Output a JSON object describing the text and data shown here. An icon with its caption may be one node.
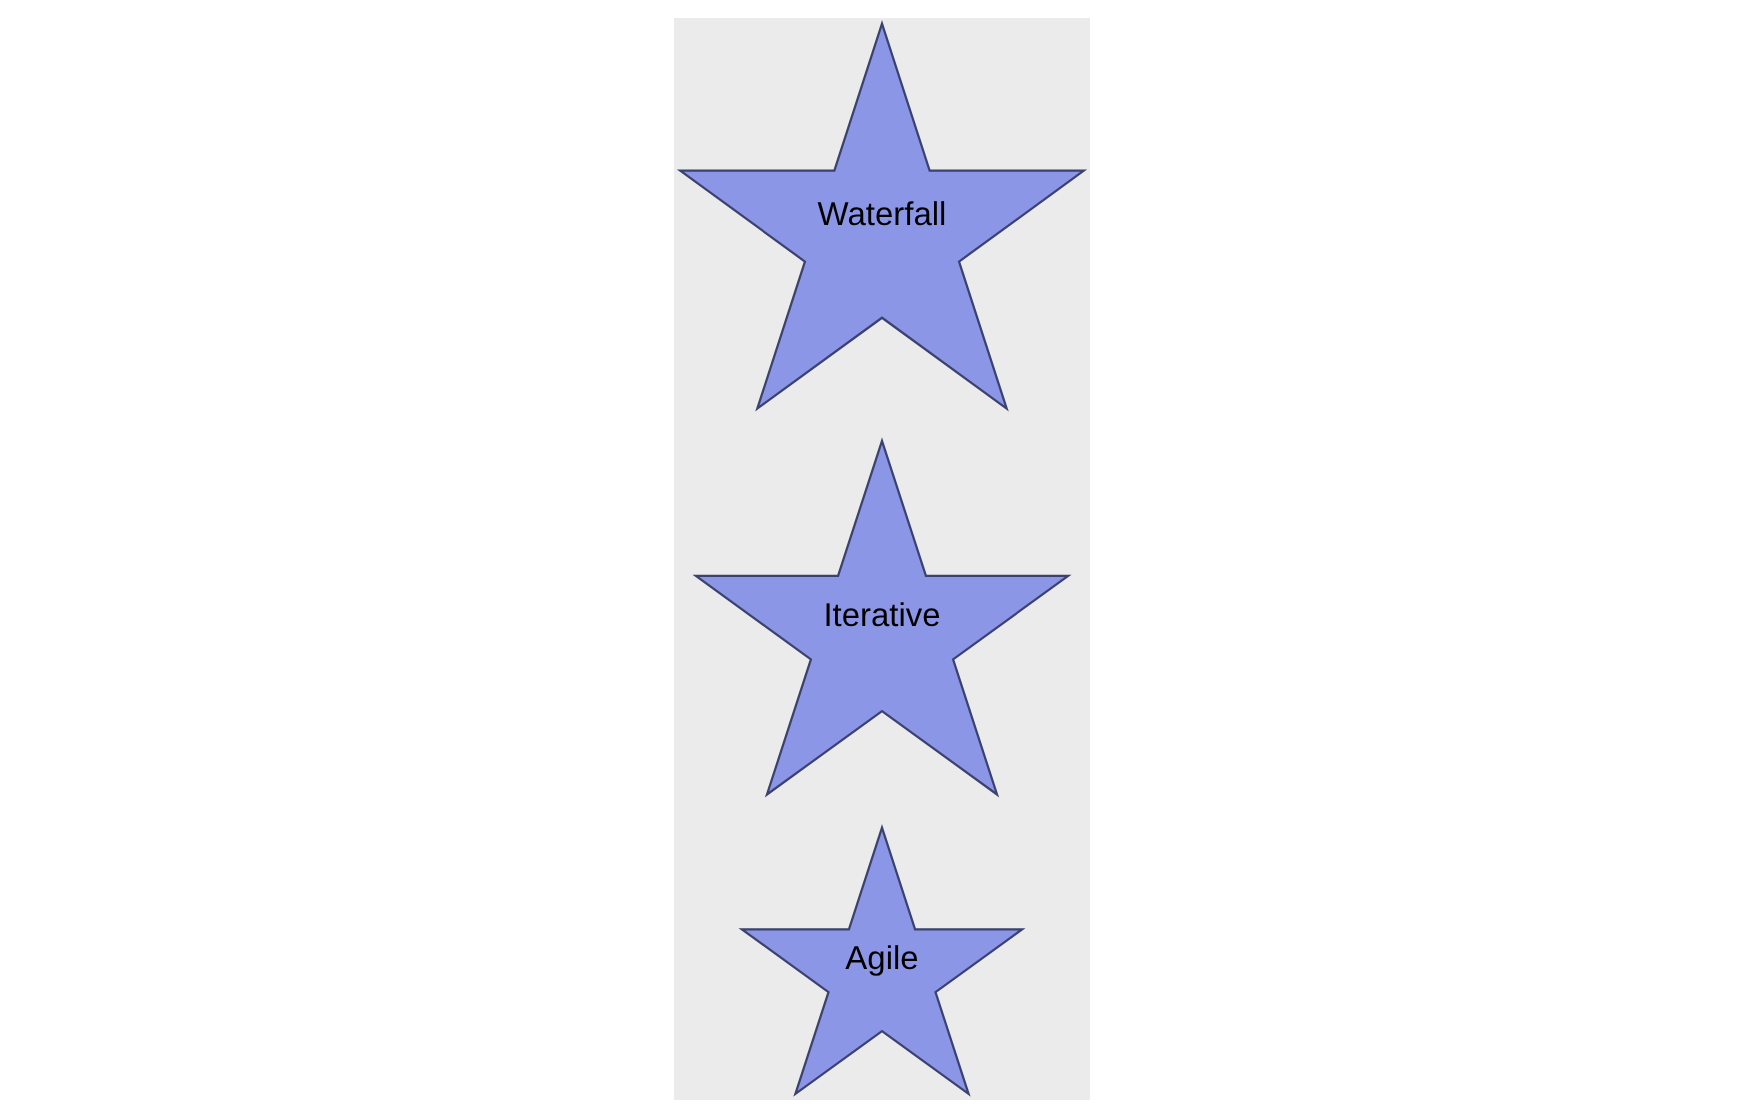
{
  "diagram": {
    "nodes": [
      {
        "text": [
          "Agile"
        ]
      },
      {
        "text": [
          "Iterative"
        ]
      },
      {
        "text": [
          "Waterfall"
        ]
      }
    ],
    "edges": []
  }
}
